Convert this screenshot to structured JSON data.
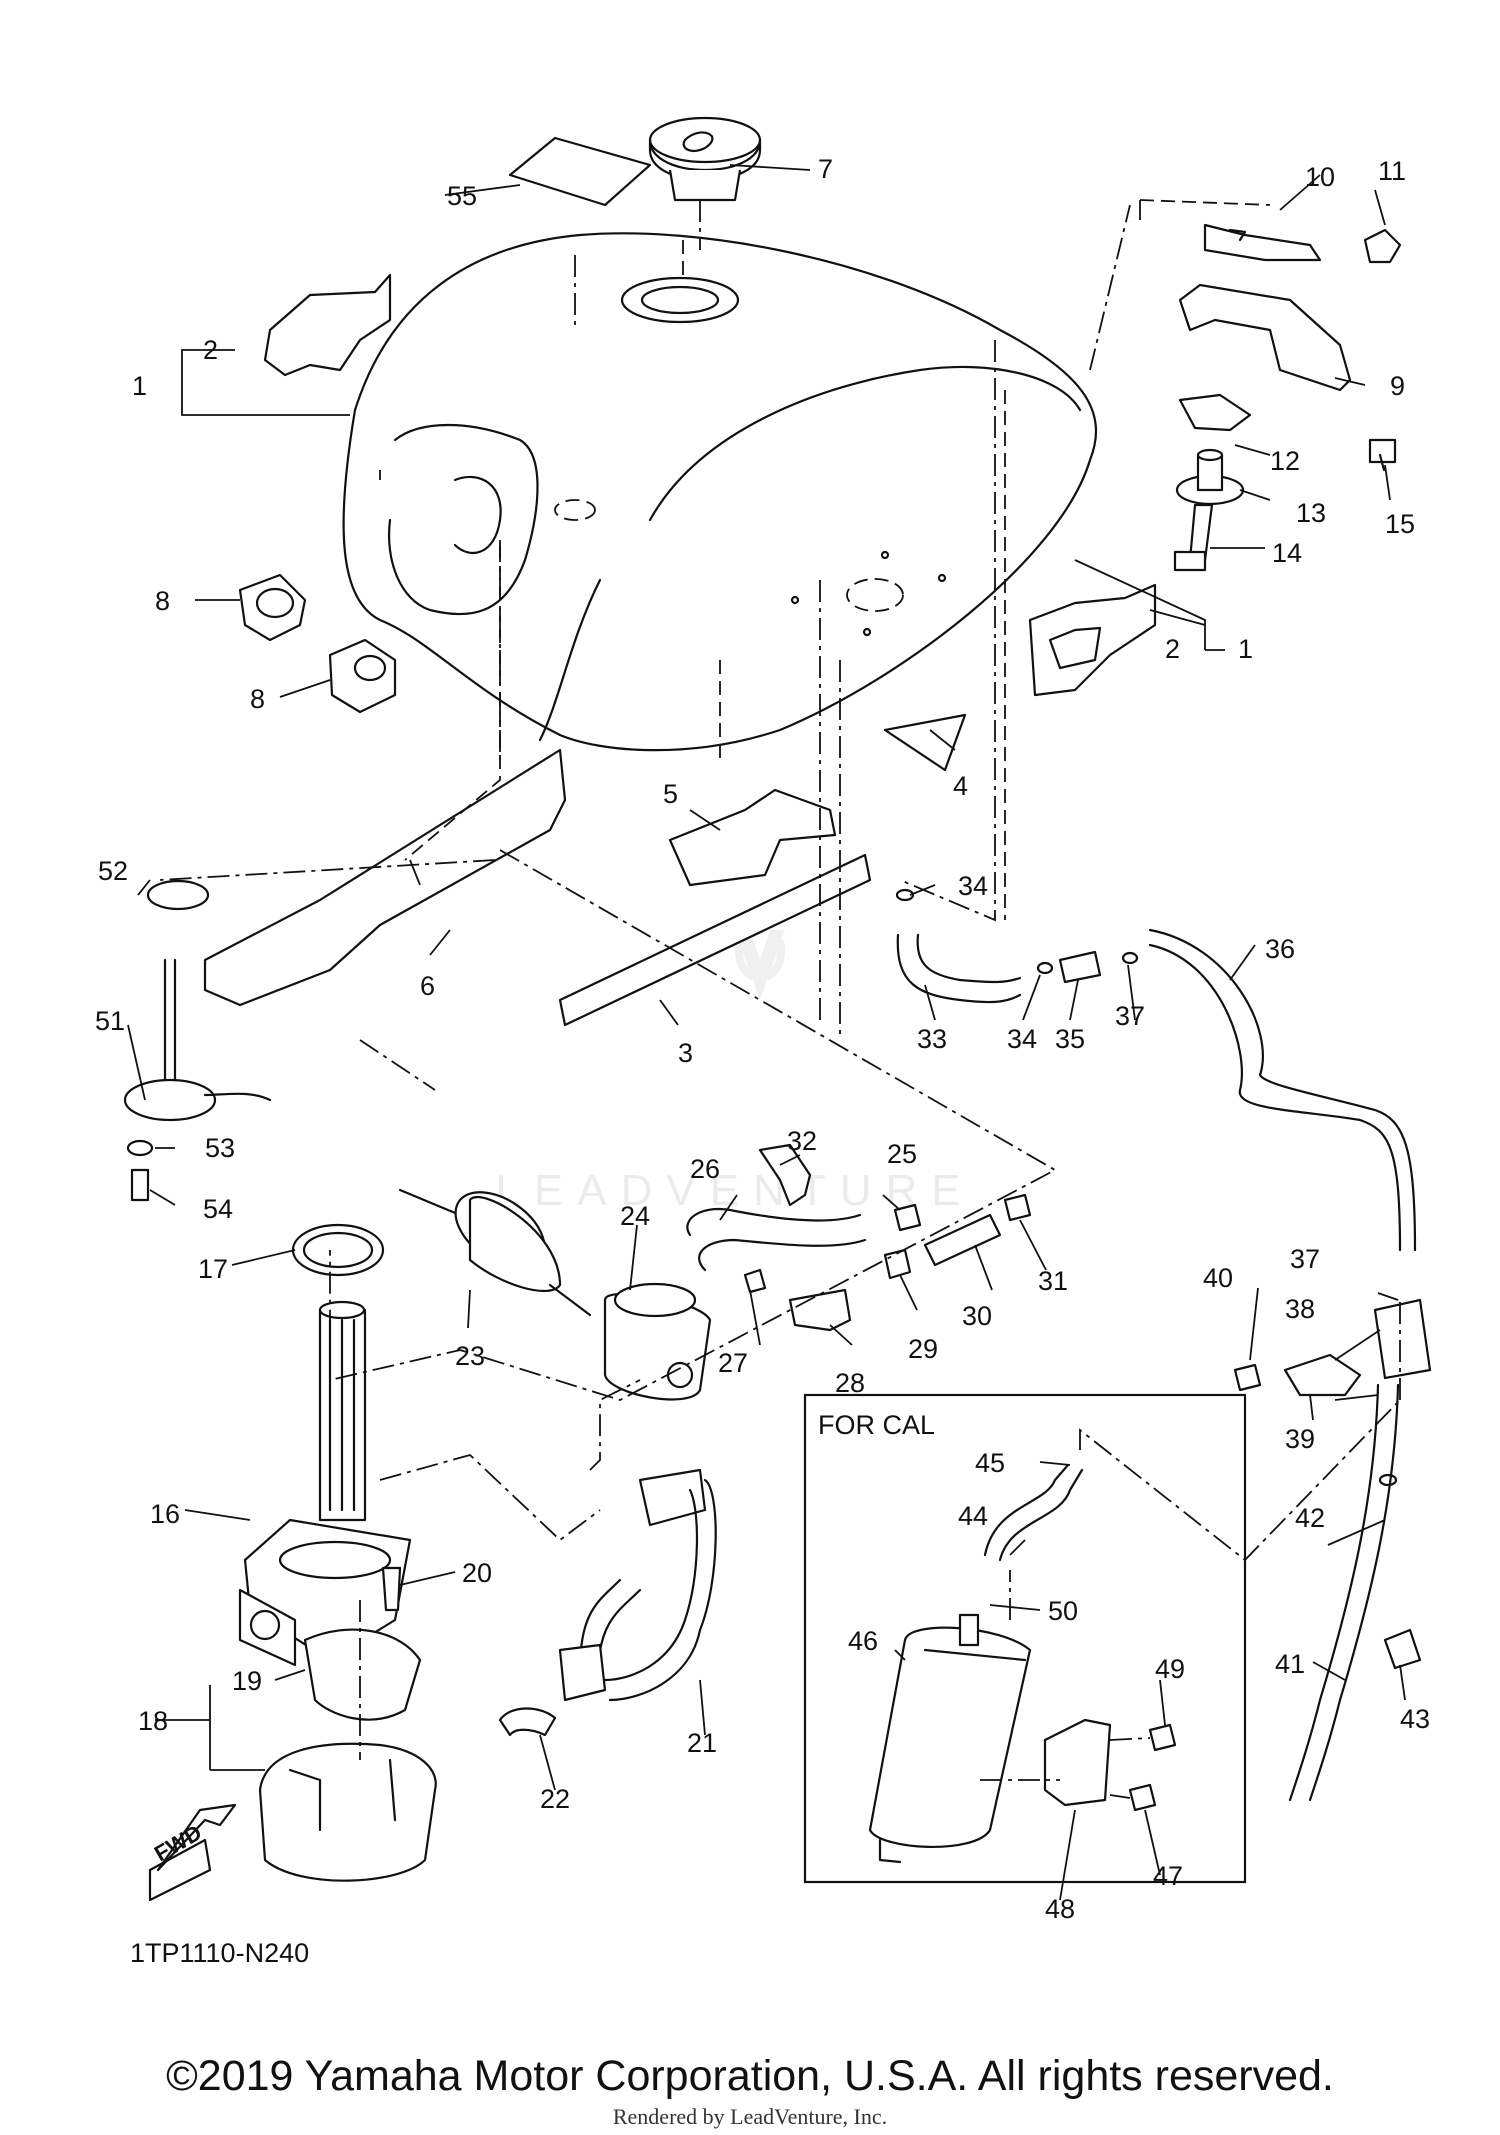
{
  "diagram": {
    "code": "1TP1110-N240",
    "fwd_label": "FWD",
    "box_label": "FOR CAL",
    "watermark": "LEADVENTURE",
    "labels": {
      "p1a": "1",
      "p1b": "1",
      "p2a": "2",
      "p2b": "2",
      "p3": "3",
      "p4": "4",
      "p5": "5",
      "p6": "6",
      "p7": "7",
      "p8a": "8",
      "p8b": "8",
      "p9": "9",
      "p10": "10",
      "p11": "11",
      "p12": "12",
      "p13": "13",
      "p14": "14",
      "p15": "15",
      "p16": "16",
      "p17": "17",
      "p18": "18",
      "p19": "19",
      "p20": "20",
      "p21": "21",
      "p22": "22",
      "p23": "23",
      "p24": "24",
      "p25": "25",
      "p26": "26",
      "p27": "27",
      "p28": "28",
      "p29": "29",
      "p30": "30",
      "p31": "31",
      "p32": "32",
      "p33": "33",
      "p34a": "34",
      "p34b": "34",
      "p35": "35",
      "p36": "36",
      "p37a": "37",
      "p37b": "37",
      "p38": "38",
      "p39": "39",
      "p40": "40",
      "p41": "41",
      "p42": "42",
      "p43": "43",
      "p44": "44",
      "p45": "45",
      "p46": "46",
      "p47": "47",
      "p48": "48",
      "p49": "49",
      "p50": "50",
      "p51": "51",
      "p52": "52",
      "p53": "53",
      "p54": "54",
      "p55": "55"
    }
  },
  "footer": {
    "copyright": "©2019 Yamaha Motor Corporation, U.S.A. All rights reserved.",
    "rendered_by": "Rendered by LeadVenture, Inc."
  }
}
